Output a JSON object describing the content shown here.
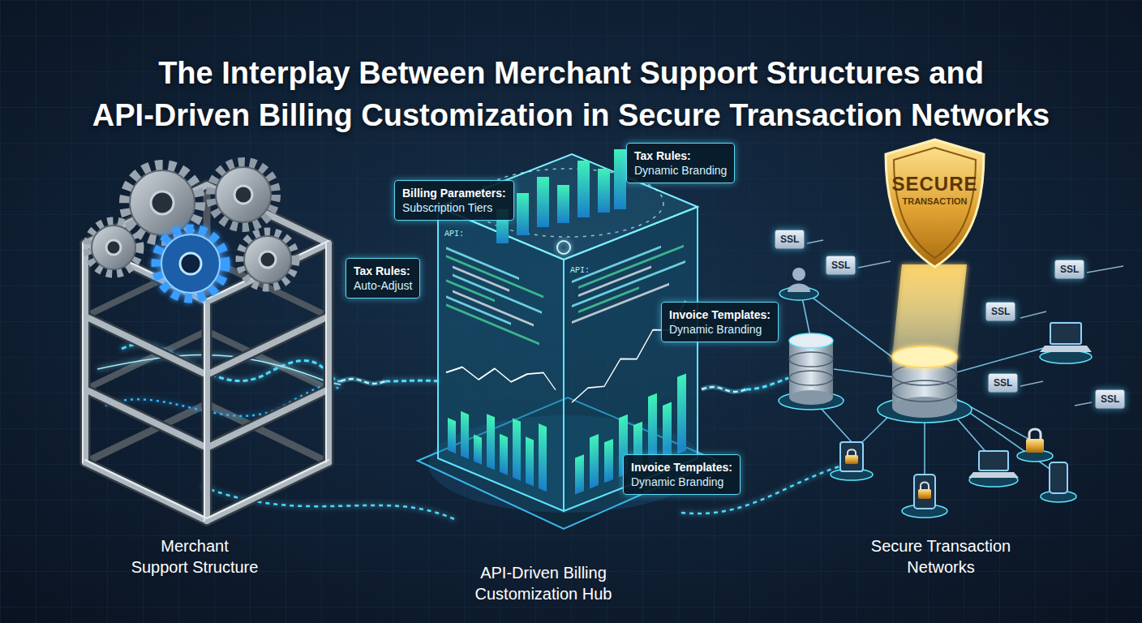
{
  "diagram": {
    "title": "The Interplay Between Merchant Support Structures and API-Driven Billing Customization in Secure Transaction Networks",
    "nodes": [
      {
        "text": [
          "Merchant Support Structure"
        ]
      },
      {
        "text": [
          "API-Driven Billing Customization Hub"
        ]
      },
      {
        "text": [
          "Billing Parameters:",
          "Subscription Tiers"
        ],
        "in": 1
      },
      {
        "text": [
          "Tax Rules:",
          "Dynamic Branding"
        ],
        "in": 1
      },
      {
        "text": [
          "Tax Rules:",
          "Auto-Adjust"
        ],
        "in": 1
      },
      {
        "text": [
          "Invoice Templates:",
          "Dynamic Branding"
        ],
        "in": 1
      },
      {
        "text": [
          "Invoice Templates:",
          "Dynamic Branding"
        ],
        "in": 1
      },
      {
        "text": [
          "Secure Transaction Networks"
        ]
      },
      {
        "text": [
          "SECURE",
          "TRANSACTION"
        ],
        "in": 7
      },
      {
        "text": [
          "SSL"
        ],
        "in": 7
      },
      {
        "text": [
          "SSL"
        ],
        "in": 7
      },
      {
        "text": [
          "SSL"
        ],
        "in": 7
      },
      {
        "text": [
          "SSL"
        ],
        "in": 7
      },
      {
        "text": [
          "SSL"
        ],
        "in": 7
      },
      {
        "text": [
          "SSL"
        ],
        "in": 7
      }
    ],
    "edges": [
      {
        "from": 0,
        "to": 1,
        "arrow": "none"
      },
      {
        "from": 1,
        "to": 7,
        "arrow": "none"
      }
    ],
    "labels": [
      "API:",
      "API:"
    ]
  }
}
